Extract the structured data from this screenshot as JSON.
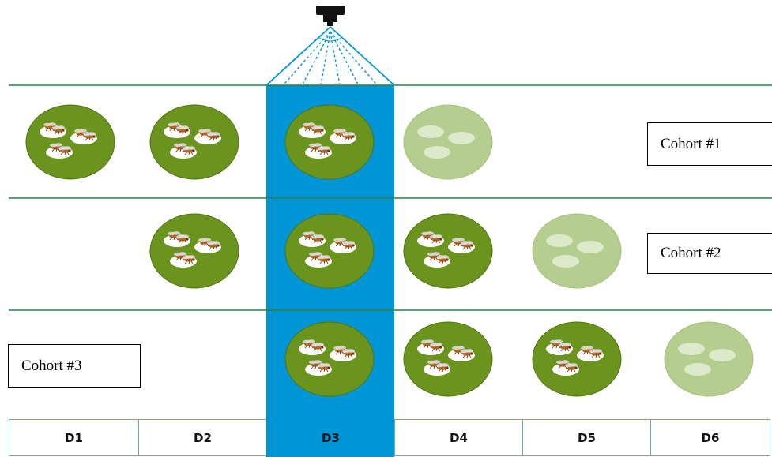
{
  "colors": {
    "spray_band": "#0096d6",
    "row_line": "#2e7d4f",
    "dish_full": "#6b941e",
    "dish_faded": "#b5cd8e",
    "nozzle": "#111111",
    "day_border": "#5aa9d8"
  },
  "icons": {
    "nozzle": "spray-nozzle-icon",
    "dish": "petri-dish-with-flies-icon",
    "dish_empty": "faded-dish-icon"
  },
  "cohorts": [
    {
      "label": "Cohort #1",
      "dishes": [
        "full",
        "full",
        "full",
        "faded",
        "none",
        "none"
      ]
    },
    {
      "label": "Cohort #2",
      "dishes": [
        "none",
        "full",
        "full",
        "full",
        "faded",
        "none"
      ]
    },
    {
      "label": "Cohort #3",
      "dishes": [
        "none",
        "none",
        "full",
        "full",
        "full",
        "faded"
      ]
    }
  ],
  "days": [
    "D1",
    "D2",
    "D3",
    "D4",
    "D5",
    "D6"
  ],
  "spray_day": "D3"
}
